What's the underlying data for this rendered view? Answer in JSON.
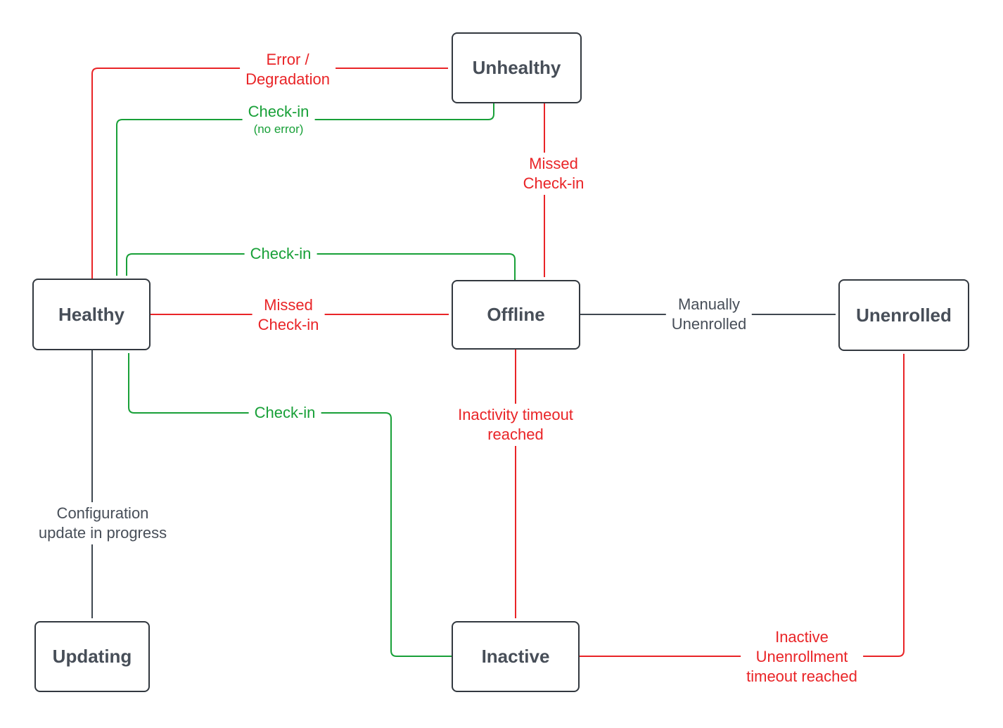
{
  "diagram": {
    "colors": {
      "red": "#e92427",
      "green": "#18a038",
      "arrow_dark": "#3f4750",
      "node_border": "#32383f",
      "node_text": "#474e58",
      "background": "#ffffff"
    },
    "nodes": {
      "unhealthy": {
        "label": "Unhealthy"
      },
      "healthy": {
        "label": "Healthy"
      },
      "offline": {
        "label": "Offline"
      },
      "unenrolled": {
        "label": "Unenrolled"
      },
      "updating": {
        "label": "Updating"
      },
      "inactive": {
        "label": "Inactive"
      }
    },
    "edges": {
      "healthy_to_unhealthy": {
        "from": "Healthy",
        "to": "Unhealthy",
        "color": "red",
        "line1": "Error /",
        "line2": "Degradation"
      },
      "unhealthy_to_healthy": {
        "from": "Unhealthy",
        "to": "Healthy",
        "color": "green",
        "line1": "Check-in",
        "line2": "(no error)"
      },
      "unhealthy_to_offline": {
        "from": "Unhealthy",
        "to": "Offline",
        "color": "red",
        "line1": "Missed",
        "line2": "Check-in"
      },
      "offline_to_healthy": {
        "from": "Offline",
        "to": "Healthy",
        "color": "green",
        "line1": "Check-in"
      },
      "healthy_to_offline": {
        "from": "Healthy",
        "to": "Offline",
        "color": "red",
        "line1": "Missed",
        "line2": "Check-in"
      },
      "offline_to_unenrolled": {
        "from": "Offline",
        "to": "Unenrolled",
        "color": "dark",
        "line1": "Manually",
        "line2": "Unenrolled"
      },
      "offline_to_inactive": {
        "from": "Offline",
        "to": "Inactive",
        "color": "red",
        "line1": "Inactivity timeout",
        "line2": "reached"
      },
      "inactive_to_healthy": {
        "from": "Inactive",
        "to": "Healthy",
        "color": "green",
        "line1": "Check-in"
      },
      "healthy_to_updating": {
        "from": "Healthy",
        "to": "Updating",
        "color": "dark",
        "line1": "Configuration",
        "line2": "update in progress"
      },
      "inactive_to_unenrolled": {
        "from": "Inactive",
        "to": "Unenrolled",
        "color": "red",
        "line1": "Inactive",
        "line2": "Unenrollment",
        "line3": "timeout reached"
      }
    }
  }
}
